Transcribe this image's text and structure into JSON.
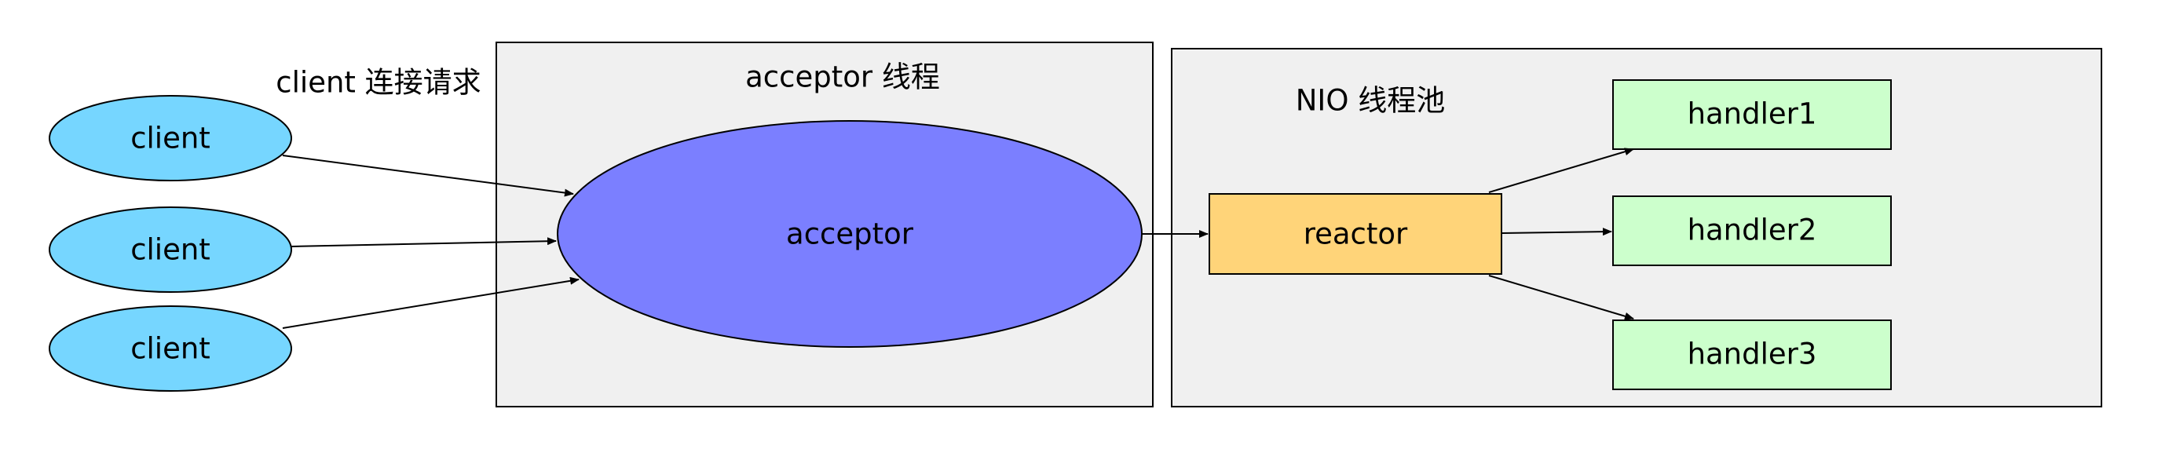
{
  "diagram": {
    "client_request_label": "client 连接请求",
    "acceptor_group_title": "acceptor 线程",
    "nio_pool_title": "NIO 线程池",
    "clients": [
      "client",
      "client",
      "client"
    ],
    "acceptor_label": "acceptor",
    "reactor_label": "reactor",
    "handlers": [
      "handler1",
      "handler2",
      "handler3"
    ]
  },
  "colors": {
    "client_fill": "#76d6ff",
    "acceptor_fill": "#7b7fff",
    "reactor_fill": "#ffd479",
    "handler_fill": "#ccffcc",
    "group_fill": "#f0f0f0",
    "stroke": "#000000"
  }
}
